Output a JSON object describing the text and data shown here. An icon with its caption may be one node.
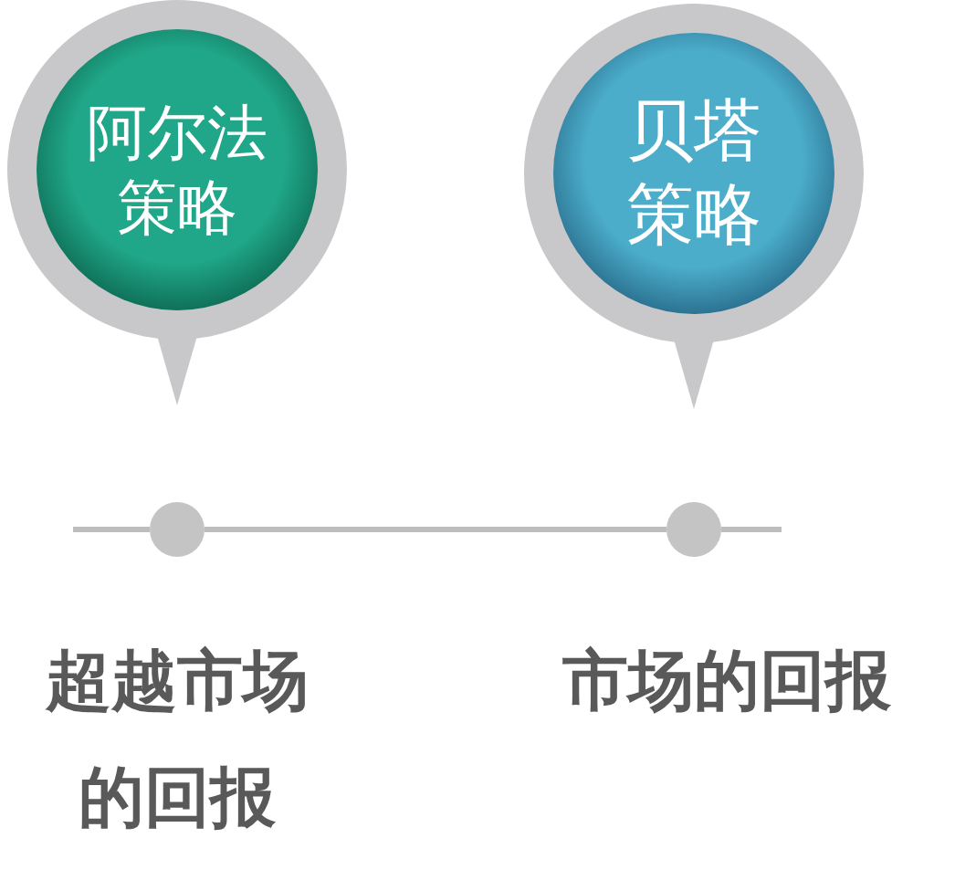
{
  "diagram": {
    "nodes": [
      {
        "text": [
          "阿尔法策略"
        ]
      },
      {
        "text": [
          "贝塔策略"
        ]
      },
      {
        "text": [],
        "shape": "circle",
        "beside": [
          "超越市场的回报"
        ]
      },
      {
        "text": [],
        "shape": "circle",
        "beside": [
          "市场的回报"
        ]
      }
    ],
    "edges": [
      {
        "from": 2,
        "to": 3,
        "arrow": "none"
      }
    ]
  }
}
